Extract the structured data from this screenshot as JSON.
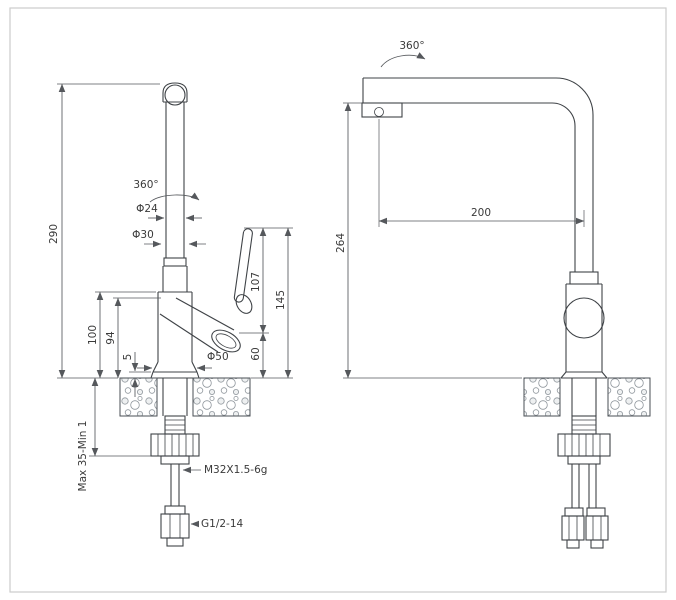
{
  "meta": {
    "drawing_type": "faucet-technical-drawing",
    "line_color": "#3f4347",
    "dimension_color": "#55585c",
    "text_color": "#3a3a3a",
    "border_color": "#cccccc",
    "background": "#ffffff"
  },
  "front_view": {
    "swivel_label": "360°",
    "spout_diameter": "Φ24",
    "column_diameter": "Φ30",
    "base_diameter": "Φ50",
    "total_height": "290",
    "body_height_outer": "100",
    "body_height_inner": "94",
    "flange_height": "5",
    "deck_range": "Max 35-Min 1",
    "shank_thread": "M32X1.5-6g",
    "hose_thread": "G1/2-14",
    "handle_height": "107",
    "handle_total_height": "145",
    "outlet_height": "60"
  },
  "side_view": {
    "swivel_label": "360°",
    "reach": "200",
    "spout_height": "264"
  }
}
